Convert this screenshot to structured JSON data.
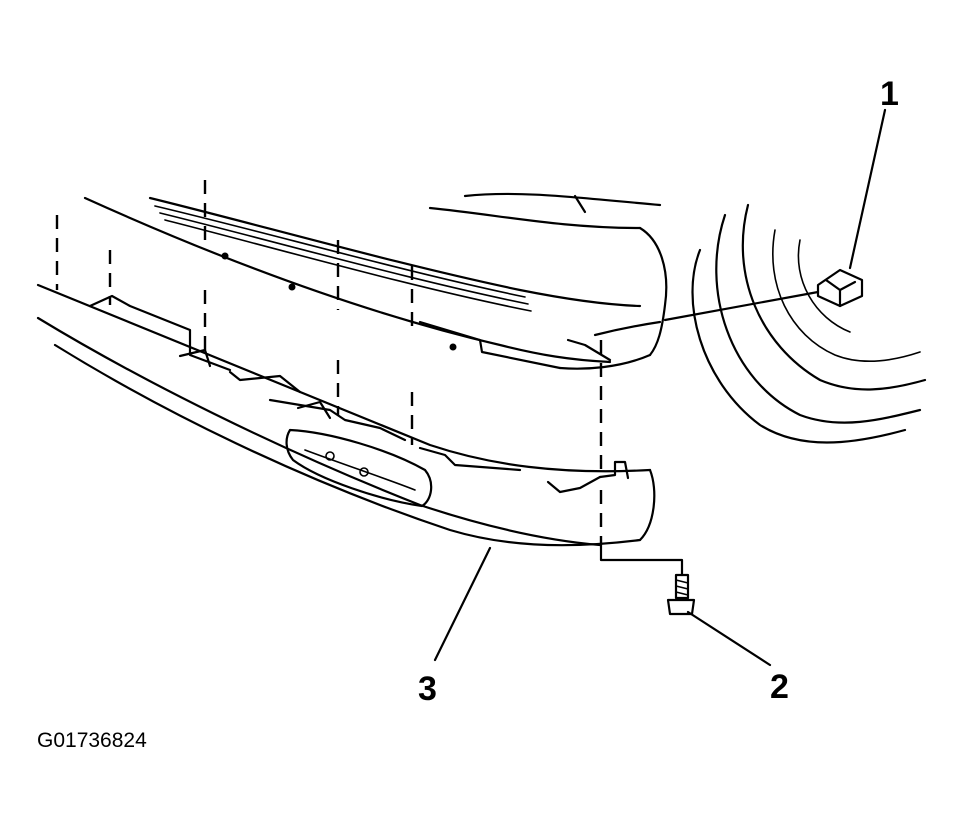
{
  "callouts": {
    "c1": "1",
    "c2": "2",
    "c3": "3"
  },
  "figure_id": "G01736824",
  "icons": {
    "part1": "clip-nut-icon",
    "part2": "bolt-icon"
  }
}
